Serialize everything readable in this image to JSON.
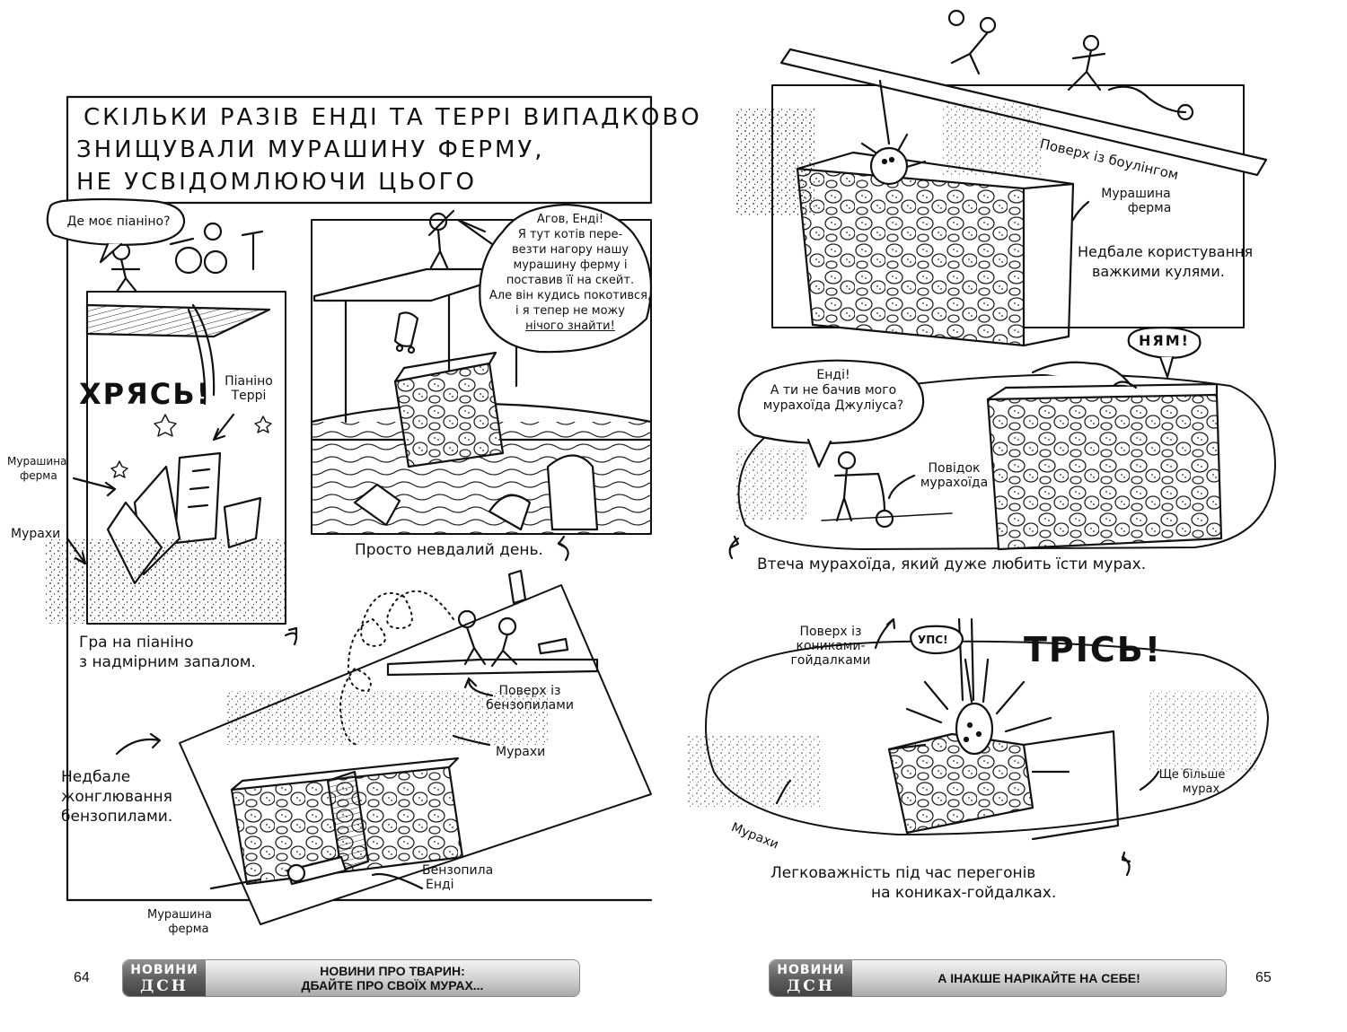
{
  "title": {
    "line1": "СКІЛЬКИ РАЗІВ ЕНДІ ТА ТЕРРІ ВИПАДКОВО",
    "line2": "ЗНИЩУВАЛИ МУРАШИНУ ФЕРМУ,",
    "line3": "НЕ УСВІДОМЛЮЮЧИ ЦЬОГО"
  },
  "panel_piano": {
    "speech": "Де моє піаніно?",
    "sfx": "ХРЯСЬ!",
    "label_piano": [
      "Піаніно",
      "Террі"
    ],
    "label_farm": [
      "Мурашина",
      "ферма"
    ],
    "label_ants": "Мурахи",
    "caption": [
      "Гра на піаніно",
      "з надмірним запалом."
    ]
  },
  "panel_pool": {
    "speech": [
      "Агов, Енді!",
      "Я тут котів пере-",
      "везти нагору нашу",
      "мурашину ферму і",
      "поставив її на скейт.",
      "Але він кудись покотився,",
      "і я тепер не можу",
      "нічого знайти!"
    ],
    "caption": "Просто невдалий день."
  },
  "panel_chainsaw": {
    "label_floor": [
      "Поверх із",
      "бензопилами"
    ],
    "label_ants": "Мурахи",
    "label_saw": [
      "Бензопила",
      "Енді"
    ],
    "label_farm": [
      "Мурашина",
      "ферма"
    ],
    "caption": [
      "Недбале",
      "жонглювання",
      "бензопилами."
    ]
  },
  "panel_bowling": {
    "label_floor": "Поверх із боулінгом",
    "label_farm": [
      "Мурашина",
      "ферма"
    ],
    "caption": [
      "Недбале користування",
      "важкими кулями."
    ]
  },
  "panel_anteater": {
    "speech": [
      "Енді!",
      "А ти не бачив мого",
      "мурахоїда Джуліуса?"
    ],
    "sfx": "НЯМ!",
    "label_leash": [
      "Повідок",
      "мурахоїда"
    ],
    "caption": "Втеча мурахоїда, який дуже любить їсти мурах."
  },
  "panel_rocking": {
    "label_floor": [
      "Поверх із",
      "кониками-",
      "гойдалками"
    ],
    "speech": "УПС!",
    "sfx": "ТРІСЬ!",
    "label_more": [
      "Ще більше",
      "мурах"
    ],
    "label_ants": "Мурахи",
    "caption": [
      "Легковажність під час перегонів",
      "на кониках-гойдалках."
    ]
  },
  "footer_left": {
    "page": "64",
    "logo_top": "НОВИНИ",
    "logo_bottom": "ДСН",
    "line1": "НОВИНИ ПРО ТВАРИН:",
    "line2": "ДБАЙТЕ ПРО СВОЇХ МУРАХ..."
  },
  "footer_right": {
    "page": "65",
    "logo_top": "НОВИНИ",
    "logo_bottom": "ДСН",
    "line1": "А ІНАКШЕ НАРІКАЙТЕ НА СЕБЕ!"
  }
}
